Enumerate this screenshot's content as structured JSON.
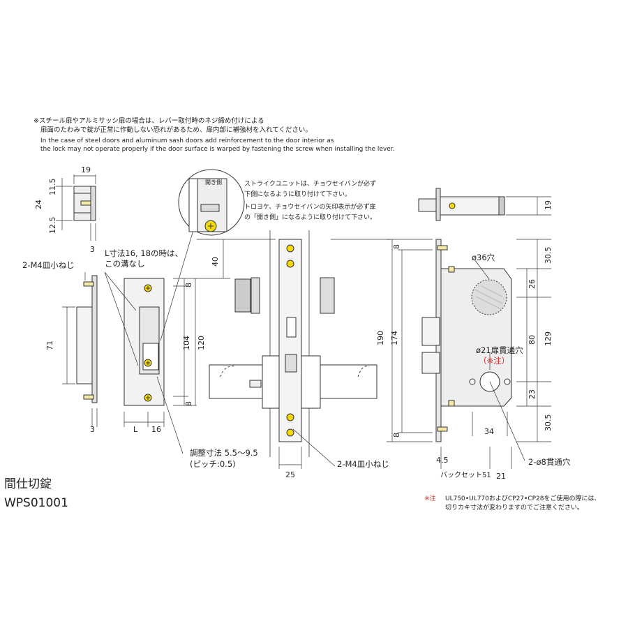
{
  "notes": {
    "jp_line1": "※スチール扉やアルミサッシ扉の場合は、レバー取付時のネジ締め付けによる",
    "jp_line2": "扉面のたわみで錠が正常に作動しない恐れがあるため、扉内部に補強材を入れてください。",
    "en_line1": "In the case of steel doors and aluminum sash doors add reinforcement to the door interior as",
    "en_line2": "the lock may not operate properly if the door surface is warped by fastening the screw when installing the lever."
  },
  "strike_note": {
    "line1": "ストライクユニットは、チョウセイバンが必ず",
    "line2": "下側になるように取り付けて下さい。",
    "line3": "トロヨケ、チョウセイバンの矢印表示が必ず扉",
    "line4": "の「開き側」になるように取り付けて下さい。",
    "detail_label": "開き側"
  },
  "strike": {
    "dim_19": "19",
    "dim_11_5": "11.5",
    "dim_24": "24",
    "dim_12_5": "12.5",
    "dim_3_top": "3",
    "dim_3_bottom": "3",
    "screw_label": "2-M4皿小ねじ",
    "dim_71": "71",
    "groove_note_1": "L寸法16, 18の時は、",
    "groove_note_2": "この溝なし",
    "dim_8_top": "8",
    "dim_8_bottom": "8",
    "dim_104": "104",
    "dim_120": "120",
    "dim_L": "L",
    "dim_16": "16",
    "adjust_1": "調整寸法 5.5〜9.5",
    "adjust_2": "(ピッチ:0.5)"
  },
  "front": {
    "dim_40": "40",
    "dim_25": "25",
    "screw_label": "2-M4皿小ねじ"
  },
  "body": {
    "dim_19": "19",
    "dim_8_top": "8",
    "dim_8_bottom": "8",
    "dim_190": "190",
    "dim_174": "174",
    "dim_30_5_top": "30.5",
    "dim_30_5_bottom": "30.5",
    "dim_26": "26",
    "dim_129": "129",
    "dim_80": "80",
    "dim_23": "23",
    "hole_36": "ø36穴",
    "hole_21": "ø21扉貫通穴",
    "hole_21_note": "（※注）",
    "dim_34": "34",
    "dim_4_5": "4.5",
    "backset": "バックセット51",
    "dim_21": "21",
    "holes_8": "2-ø8貫通穴"
  },
  "product": {
    "name": "間仕切錠",
    "code": "WPS01001"
  },
  "footnote": {
    "mark": "※注",
    "line1": "UL750•UL770およびCP27•CP28をご使用の際には、",
    "line2": "切りカキ寸法が変わりますのでご注意ください。"
  }
}
